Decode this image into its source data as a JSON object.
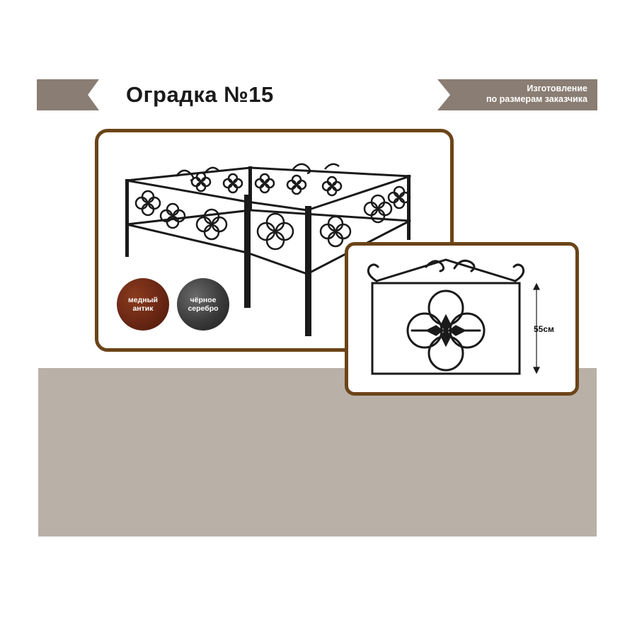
{
  "title": "Оградка №15",
  "badge": {
    "line1": "Изготовление",
    "line2": "по размерам заказчика"
  },
  "swatches": [
    {
      "line1": "медный",
      "line2": "антик",
      "color": "#6a2714"
    },
    {
      "line1": "чёрное",
      "line2": "серебро",
      "color": "#3a3a3a"
    }
  ],
  "dimension": "55см",
  "colors": {
    "ribbon": "#8a7d73",
    "frame_border": "#6b4418",
    "bottom_panel": "#b9b0a8",
    "metal": "#1a1a1a"
  }
}
